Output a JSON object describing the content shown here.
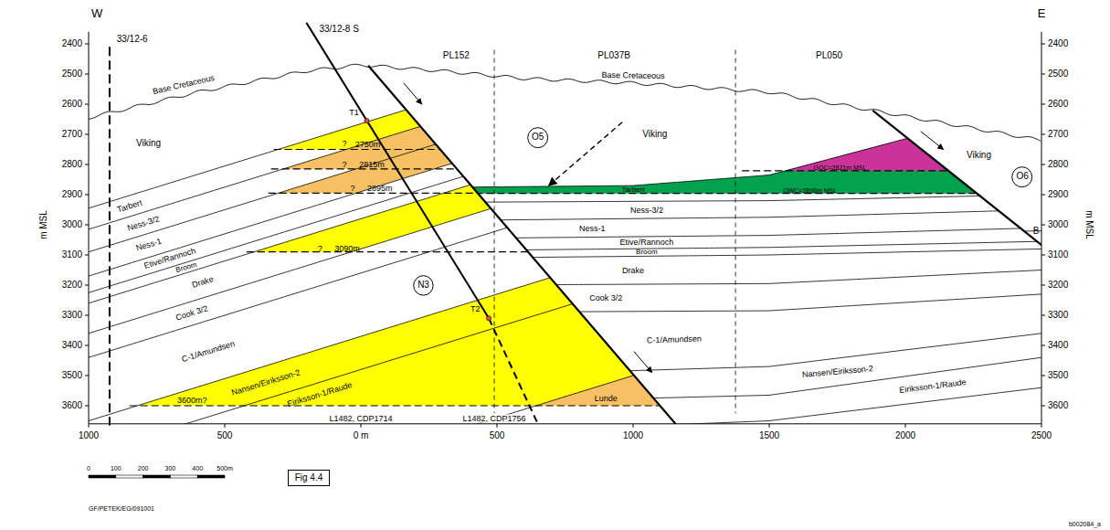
{
  "diagram": {
    "nodes": [
      {
        "text": [
          "O5"
        ]
      },
      {
        "text": [
          "O6"
        ]
      },
      {
        "text": [
          "N3"
        ]
      },
      {
        "text": [
          "Fig 4.4"
        ]
      }
    ],
    "labels": [
      "W",
      "E",
      "2400",
      "2500",
      "2600",
      "2700",
      "2800",
      "2900",
      "3000",
      "3100",
      "3200",
      "3300",
      "3400",
      "3500",
      "3600",
      "2400",
      "2500",
      "2600",
      "2700",
      "2800",
      "2900",
      "3000",
      "3100",
      "3200",
      "3300",
      "3400",
      "3500",
      "3600",
      "m MSL",
      "m MSL",
      "33/12-6",
      "33/12-8 S",
      "PL152",
      "PL037B",
      "PL050",
      "Base Cretaceous",
      "Base Cretaceous",
      "Viking",
      "Viking",
      "Viking",
      "Tarbert",
      "Ness-3/2",
      "Ness-1",
      "Etive/Rannoch",
      "Broom",
      "Drake",
      "Cook 3/2",
      "C-1/Amundsen",
      "Nansen/Eiriksson-2",
      "Eiriksson-1/Raude",
      "Tarbert",
      "Ness-3/2",
      "Ness-1",
      "Etive/Rannoch",
      "Broom",
      "Drake",
      "Cook 3/2",
      "C-1/Amundsen",
      "Nansen/Eiriksson-2",
      "Eiriksson-1/Raude",
      "Lunde",
      "T1",
      "T2",
      "?",
      "2750m",
      "?",
      "2815m",
      "?",
      "2895m",
      "?",
      "3090m",
      "3600m?",
      "GOC=2821m MSL",
      "OWC=2896m MSL",
      "B",
      "L1482, CDP1714",
      "L1482, CDP1756",
      "1000",
      "500",
      "0 m",
      "500",
      "1000",
      "1500",
      "2000",
      "2500",
      "0",
      "100",
      "200",
      "300",
      "400",
      "500m",
      "GF/PETEK/EG/091001",
      "b002084_a"
    ]
  }
}
